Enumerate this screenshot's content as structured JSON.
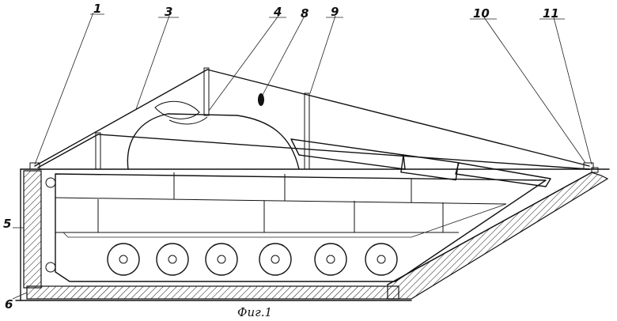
{
  "figure": {
    "caption": "Фиг.1"
  },
  "labels": {
    "l1": "1",
    "l3": "3",
    "l4": "4",
    "l8": "8",
    "l9": "9",
    "l10": "10",
    "l11": "11",
    "l5": "5",
    "l6": "6"
  }
}
